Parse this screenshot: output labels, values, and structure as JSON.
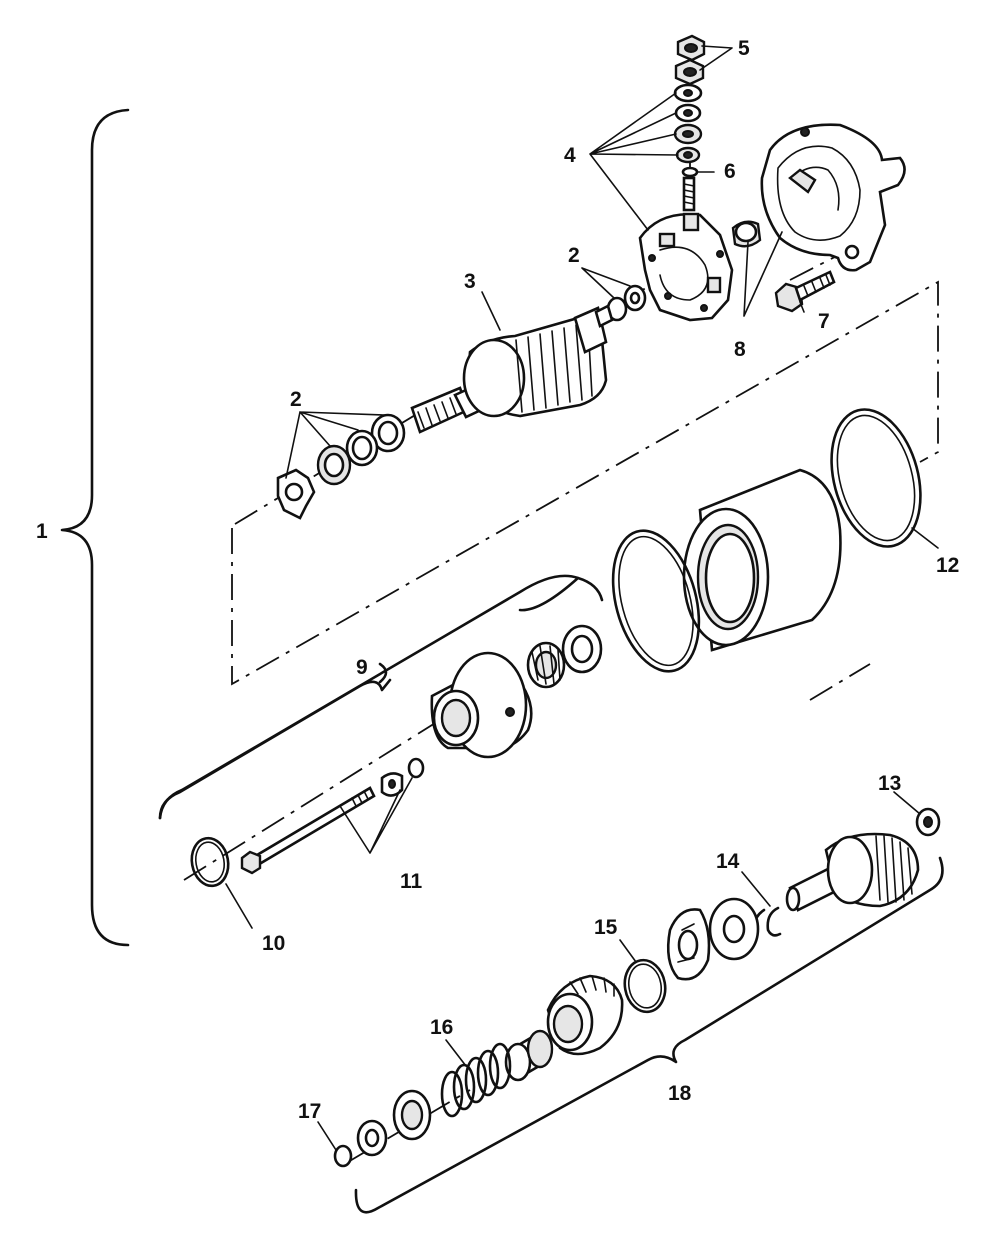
{
  "labels": {
    "l1": "1",
    "l2a": "2",
    "l2b": "2",
    "l3": "3",
    "l4": "4",
    "l5": "5",
    "l6": "6",
    "l7": "7",
    "l8": "8",
    "l9": "9",
    "l10": "10",
    "l11": "11",
    "l12": "12",
    "l13": "13",
    "l14": "14",
    "l15": "15",
    "l16": "16",
    "l17": "17",
    "l18": "18"
  }
}
